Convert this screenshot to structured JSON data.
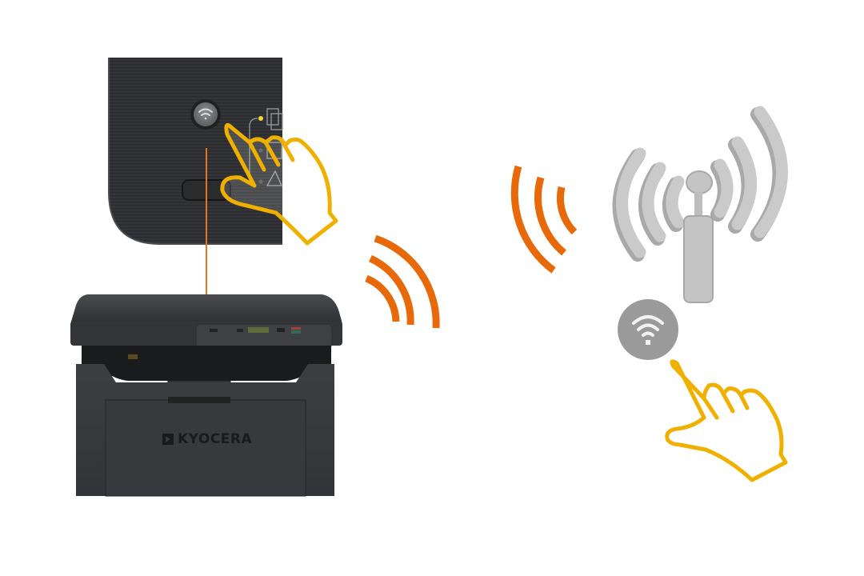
{
  "diagram": {
    "description": "WPS wireless setup: press Wi-Fi button on printer and on router/access point",
    "printer": {
      "brand_logo": "KYOCERA",
      "body_color": "#3a3b3d",
      "panel_wifi_button_icon": "wifi-icon",
      "panel_mode_icons": [
        "copy-icon",
        "scan-icon",
        "id-card-icon"
      ],
      "active_led_color": "#f5d33a"
    },
    "connector_line_color": "#e8751a",
    "signal_waves": {
      "color": "#e8690a",
      "left_count": 3,
      "right_count": 3
    },
    "access_point": {
      "icon": "antenna-broadcast-icon",
      "color": "#c8c8c8",
      "button_icon": "wifi-icon",
      "button_color": "#9a9a9a"
    },
    "hands": {
      "icon": "pointing-hand-icon",
      "stroke_color": "#f0b000",
      "count": 2
    }
  }
}
